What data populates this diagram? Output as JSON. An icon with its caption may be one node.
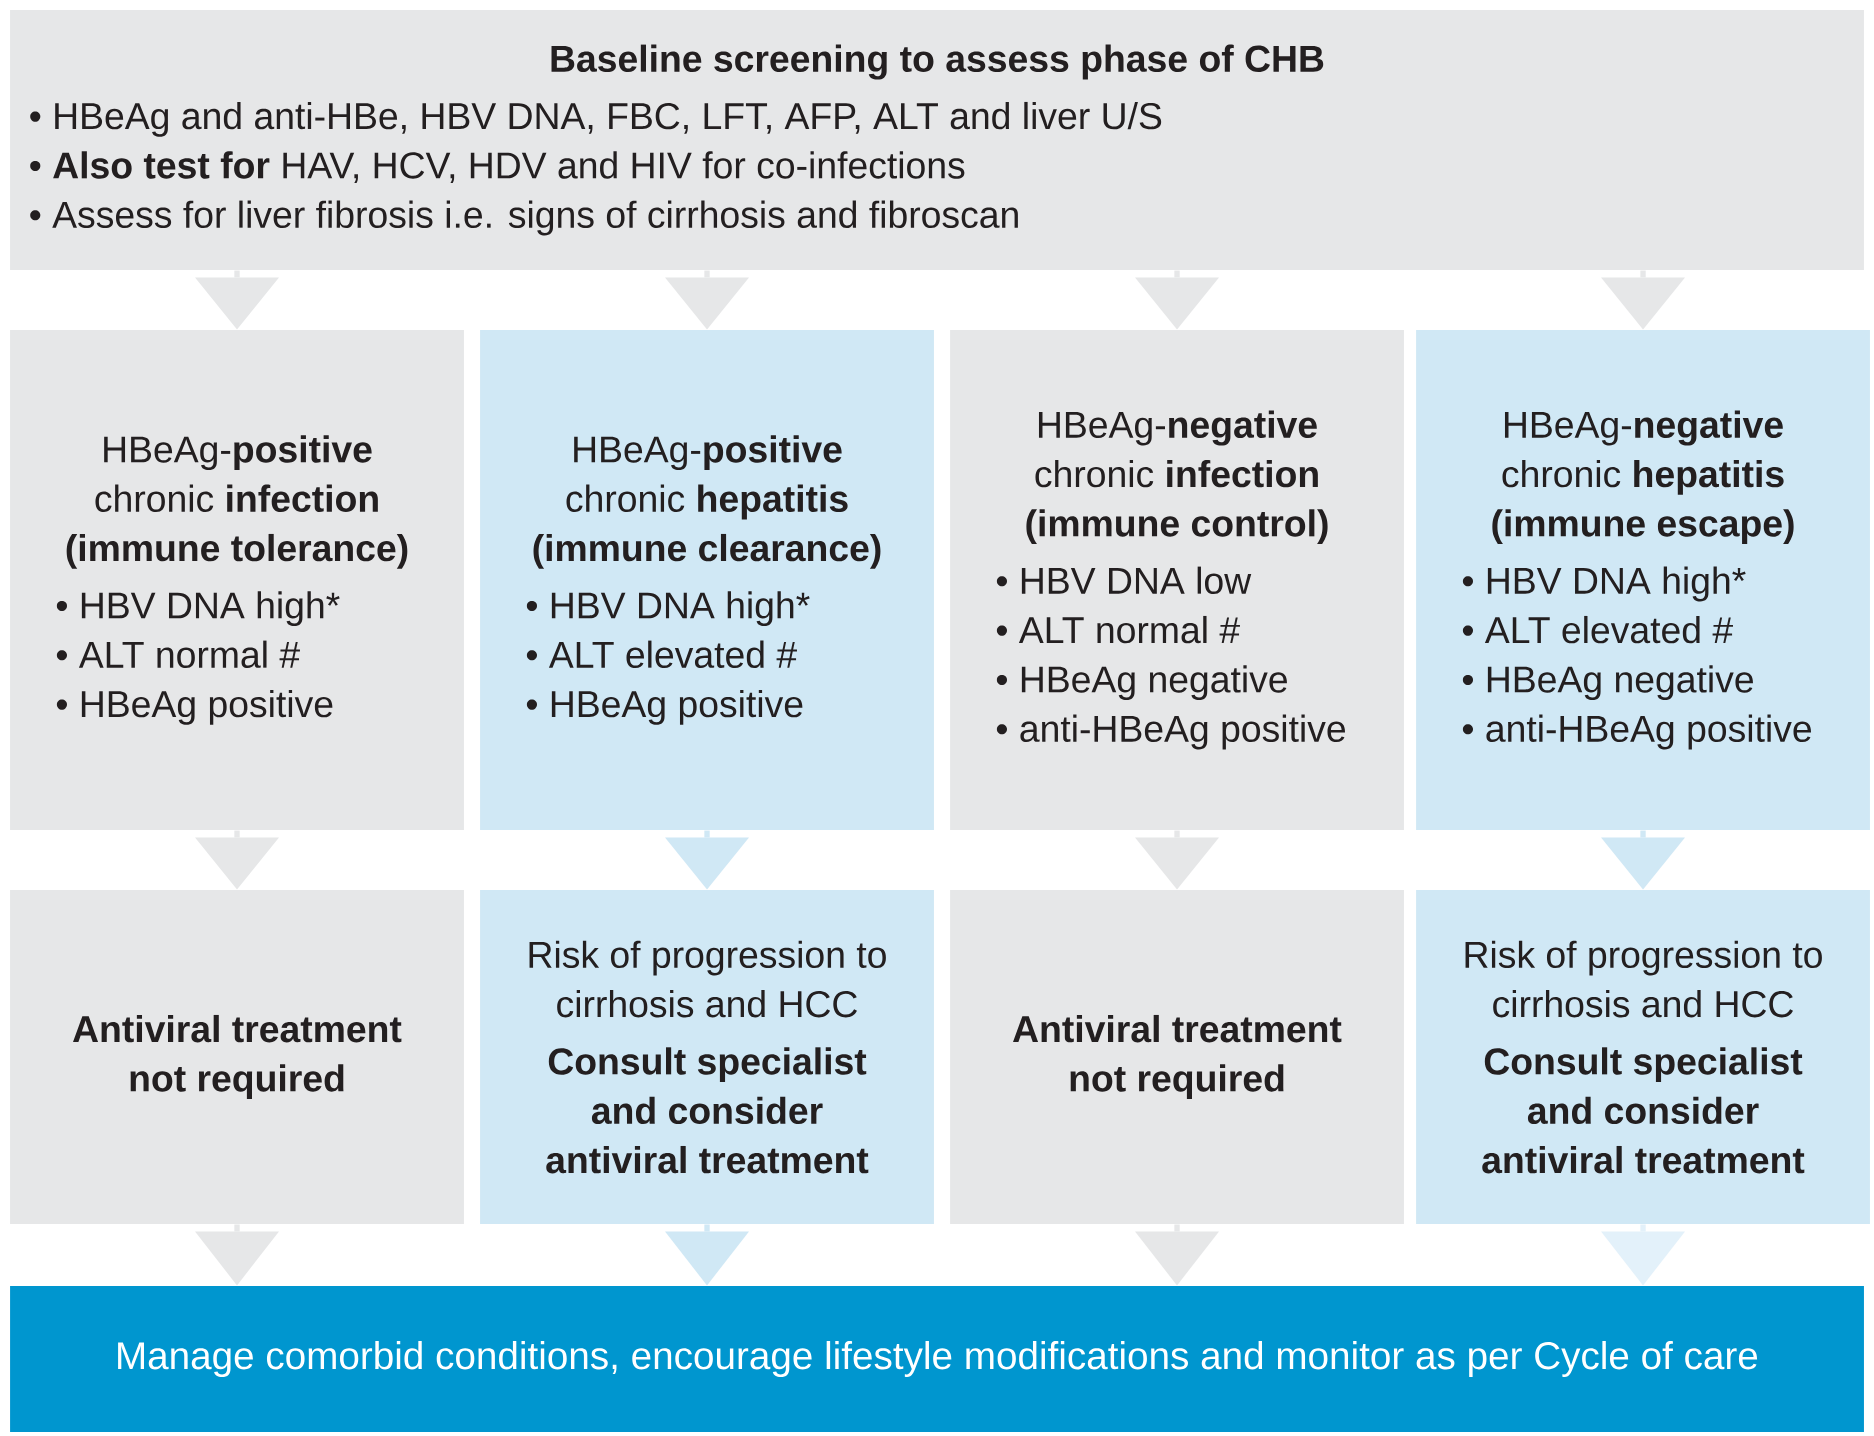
{
  "diagram": {
    "nodes": [
      {
        "text": [
          "Baseline screening to assess phase of CHB",
          "• HBeAg and anti-HBe, HBV DNA, FBC, LFT, AFP, ALT and liver U/S",
          "• **Also test for** HAV, HCV, HDV and HIV for co-infections",
          "• Assess for liver fibrosis i.e. signs of cirrhosis and fibroscan"
        ]
      },
      {
        "text": [
          "HBeAg-**positive** chronic **infection (immune tolerance)**",
          "• HBV DNA high*",
          "• ALT normal #",
          "• HBeAg positive"
        ]
      },
      {
        "text": [
          "HBeAg-**positive** chronic **hepatitis (immune clearance)**",
          "• HBV DNA  high*",
          "• ALT elevated #",
          "• HBeAg positive"
        ]
      },
      {
        "text": [
          "HBeAg-**negative** chronic **infection (immune control)**",
          "• HBV DNA low",
          "• ALT normal #",
          "• HBeAg negative",
          "• anti-HBeAg positive"
        ]
      },
      {
        "text": [
          "HBeAg-**negative** chronic **hepatitis (immune escape)**",
          "• HBV DNA high*",
          "• ALT elevated #",
          "• HBeAg negative",
          "• anti-HBeAg positive"
        ]
      },
      {
        "text": [
          "Antiviral treatment not required"
        ]
      },
      {
        "text": [
          "Risk of progression to cirrhosis and HCC",
          "Consult specialist and consider antiviral treatment"
        ]
      },
      {
        "text": [
          "Antiviral treatment not required"
        ]
      },
      {
        "text": [
          "Risk of progression to cirrhosis and HCC",
          "Consult specialist and consider antiviral treatment"
        ]
      },
      {
        "text": [
          "Manage comorbid conditions, encourage lifestyle modifications and monitor as per Cycle of care"
        ]
      }
    ],
    "edges": [
      {
        "from": 0,
        "to": 1,
        "arrow": "to"
      },
      {
        "from": 0,
        "to": 2,
        "arrow": "to"
      },
      {
        "from": 0,
        "to": 3,
        "arrow": "to"
      },
      {
        "from": 0,
        "to": 4,
        "arrow": "to"
      },
      {
        "from": 1,
        "to": 5,
        "arrow": "to"
      },
      {
        "from": 2,
        "to": 6,
        "arrow": "to"
      },
      {
        "from": 3,
        "to": 7,
        "arrow": "to"
      },
      {
        "from": 4,
        "to": 8,
        "arrow": "to"
      },
      {
        "from": 5,
        "to": 9,
        "arrow": "to"
      },
      {
        "from": 6,
        "to": 9,
        "arrow": "to"
      },
      {
        "from": 7,
        "to": 9,
        "arrow": "to"
      },
      {
        "from": 8,
        "to": 9,
        "arrow": "to",
        "color": "#e3f1fa"
      }
    ]
  }
}
